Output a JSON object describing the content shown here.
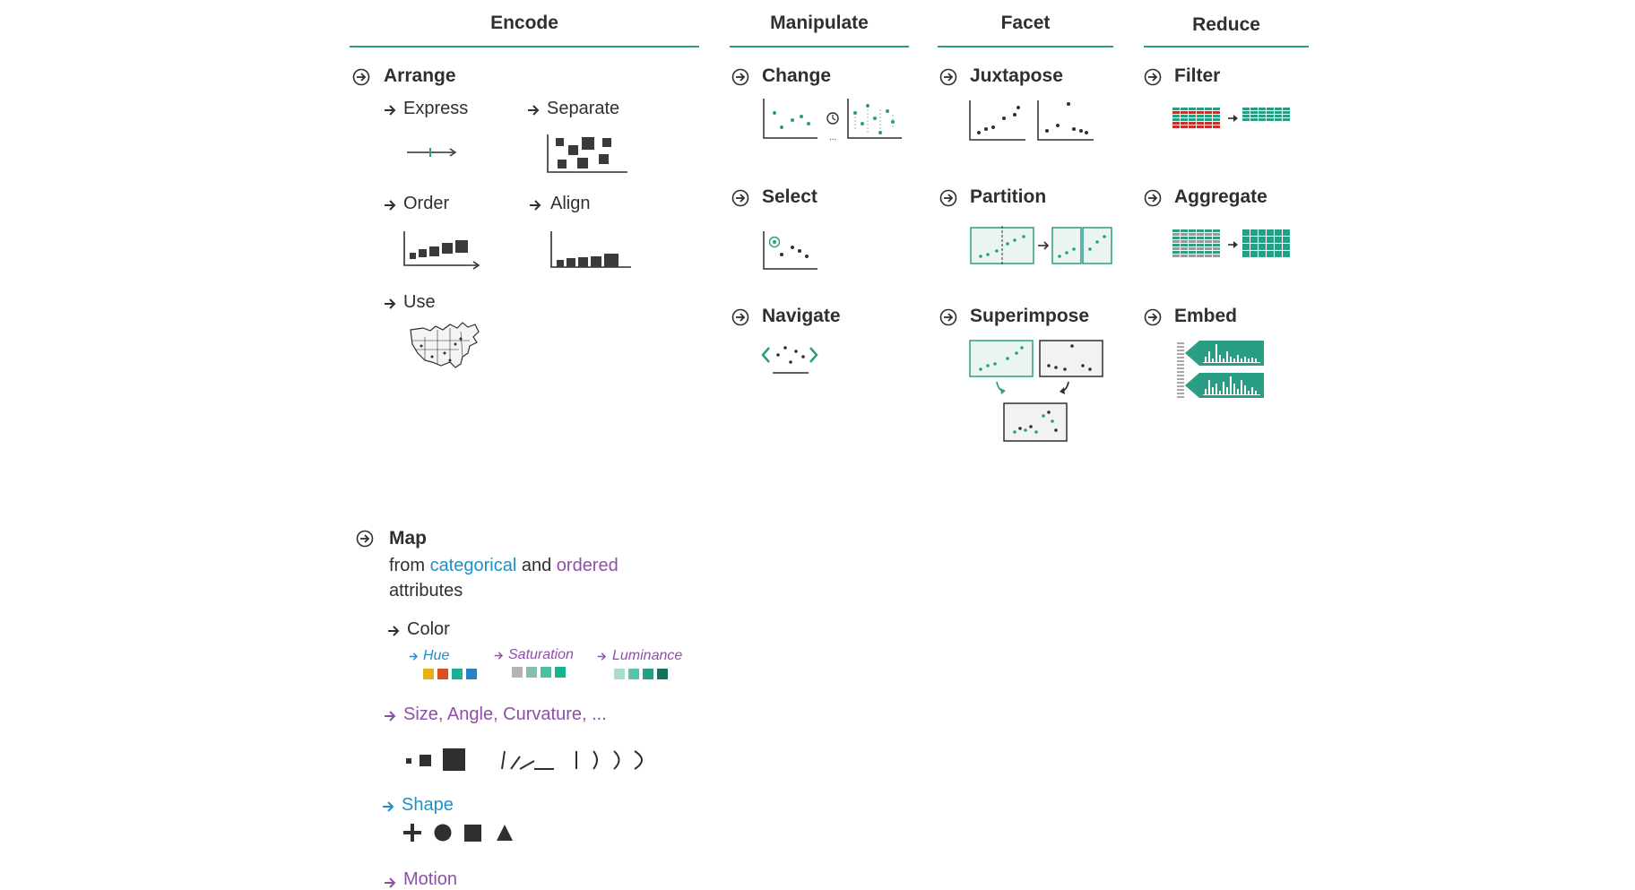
{
  "columns": {
    "encode": "Encode",
    "manipulate": "Manipulate",
    "facet": "Facet",
    "reduce": "Reduce"
  },
  "encode": {
    "arrange": {
      "title": "Arrange",
      "express": "Express",
      "separate": "Separate",
      "order": "Order",
      "align": "Align",
      "use": "Use"
    },
    "map": {
      "title": "Map",
      "line1_from": "from",
      "line1_categorical": "categorical",
      "line1_and": "and",
      "line1_ordered": "ordered",
      "line2": "attributes",
      "color": {
        "label": "Color",
        "hue": "Hue",
        "saturation": "Saturation",
        "luminance": "Luminance",
        "hue_swatches": [
          "#e8b11c",
          "#d6541c",
          "#1fae9b",
          "#2484c6"
        ],
        "saturation_swatches": [
          "#b4b4b4",
          "#86bdb0",
          "#4fbfa2",
          "#17b58e"
        ],
        "luminance_swatches": [
          "#a8dccf",
          "#5cc2a8",
          "#259e82",
          "#16705c"
        ]
      },
      "size_angle": "Size, Angle, Curvature, ...",
      "shape": "Shape",
      "motion": "Motion"
    }
  },
  "manipulate": {
    "change": "Change",
    "select": "Select",
    "navigate": "Navigate"
  },
  "facet": {
    "juxtapose": "Juxtapose",
    "partition": "Partition",
    "superimpose": "Superimpose"
  },
  "reduce": {
    "filter": "Filter",
    "aggregate": "Aggregate",
    "embed": "Embed"
  },
  "colors": {
    "teal": "#2a9d85",
    "dark": "#2f2f2f",
    "categorical": "#1f8fc6",
    "ordered": "#8e4fa8",
    "filter_red": "#c4302b"
  }
}
